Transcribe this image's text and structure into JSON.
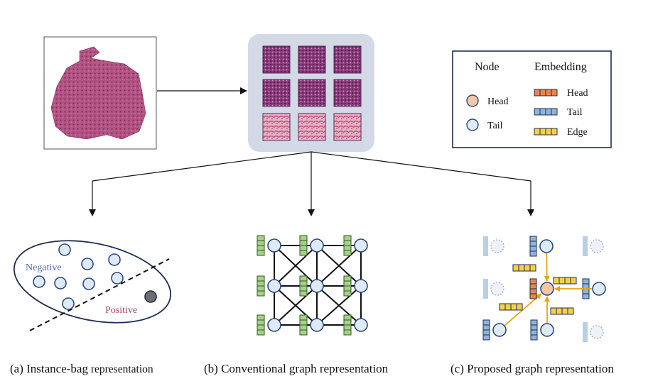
{
  "legend": {
    "node_header": "Node",
    "embedding_header": "Embedding",
    "node_items": [
      "Head",
      "Tail"
    ],
    "embedding_items": [
      "Head",
      "Tail",
      "Edge"
    ]
  },
  "panel_a": {
    "negative_label": "Negative",
    "positive_label": "Positive"
  },
  "captions": {
    "a_prefix": "(a) Instance-bag",
    "a_rest": " representation",
    "b": "(b) Conventional graph representation",
    "c": "(c) Proposed graph representation"
  },
  "colors": {
    "tissue": "#b04a7a",
    "tile_bg": "#d3dae6",
    "head_node": "#f6c7a6",
    "tail_node": "#deeaf6",
    "node_stroke": "#2b4a7a",
    "head_embed": "#e8864a",
    "tail_embed": "#8fb4dc",
    "edge_embed": "#f6d048",
    "graph_embed": "#a8d08d",
    "negative_text": "#4a6fb8",
    "positive_text": "#b0405a",
    "arrow_gold": "#e0a810"
  }
}
